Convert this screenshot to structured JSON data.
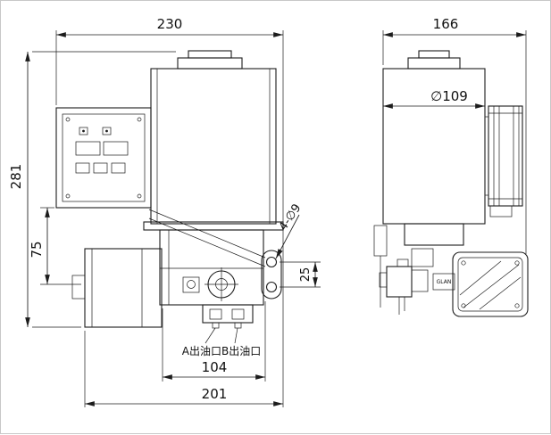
{
  "front_view": {
    "dim_overall_width": "230",
    "dim_overall_height": "281",
    "dim_panel_to_center": "75",
    "dim_mounting_holes": "4-∅9",
    "dim_hole_spacing": "25",
    "dim_body_width": "104",
    "dim_base_width": "201",
    "outlet_label": "A出油口B出油口"
  },
  "side_view": {
    "dim_overall_width": "166",
    "dim_barrel_diameter": "∅109",
    "nameplate_label": "GLAN"
  }
}
